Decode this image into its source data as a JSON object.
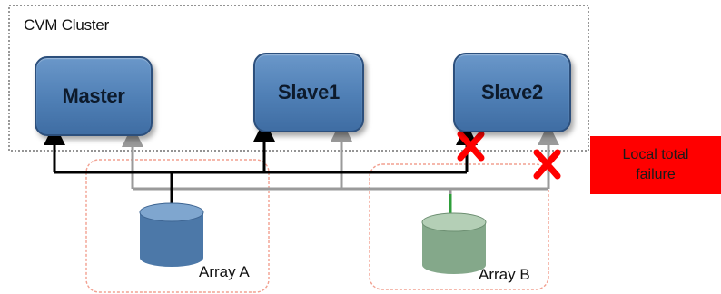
{
  "diagram": {
    "cluster_label": "CVM Cluster",
    "nodes": {
      "master": "Master",
      "slave1": "Slave1",
      "slave2": "Slave2"
    },
    "failure_label": "Local total failure",
    "arrays": {
      "a": "Array A",
      "b": "Array B"
    }
  },
  "colors": {
    "node_fill": "#4f7fb5",
    "array_a_fill": "#4c78a8",
    "array_b_fill": "#84a88a",
    "failure_fill": "#ff0000",
    "fail_mark": "#ff0000",
    "primary_path": "#000000",
    "secondary_path": "#9a9a9a",
    "local_path": "#2e9e3a",
    "array_outline": "#f2a090"
  }
}
